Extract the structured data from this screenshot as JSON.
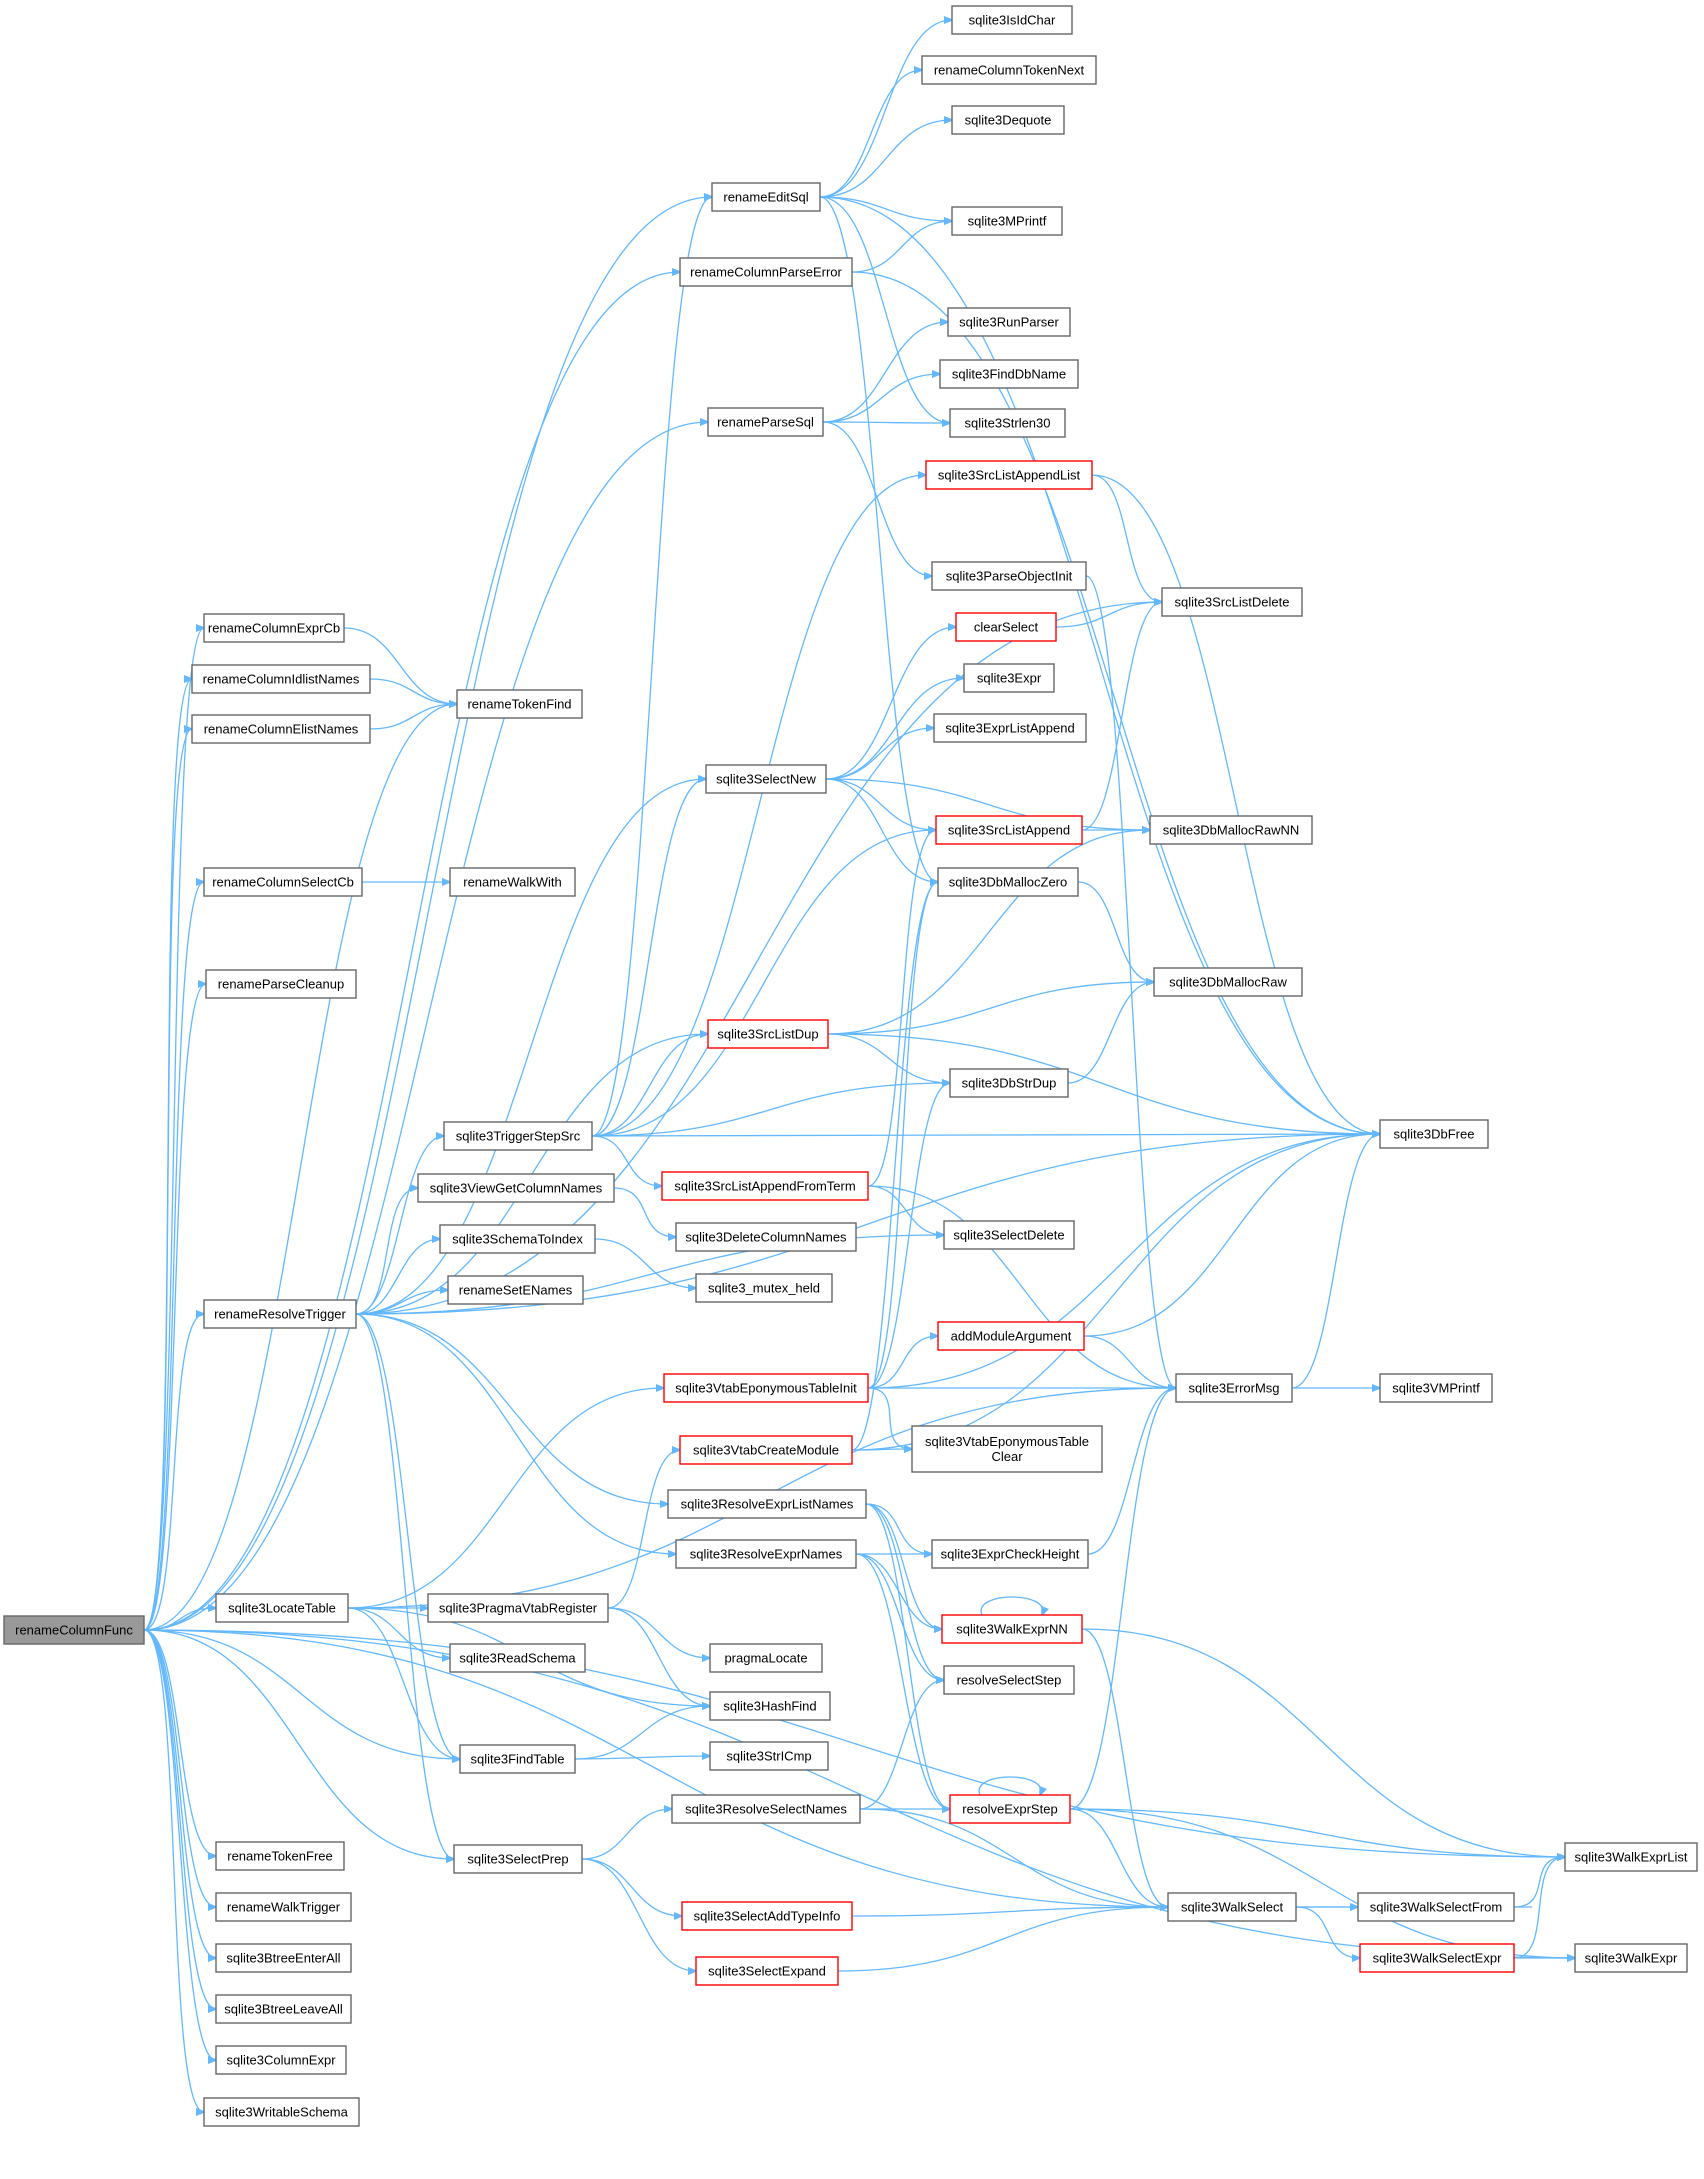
{
  "colors": {
    "edge": "#63b8ff",
    "node_border": "#666666",
    "highlight_border": "#ff0000",
    "root_fill": "#999999"
  },
  "nodes": [
    {
      "id": "renameColumnFunc",
      "label": "renameColumnFunc",
      "style": "root"
    },
    {
      "id": "renameColumnExprCb",
      "label": "renameColumnExprCb"
    },
    {
      "id": "renameColumnIdlistNames",
      "label": "renameColumnIdlistNames"
    },
    {
      "id": "renameColumnElistNames",
      "label": "renameColumnElistNames"
    },
    {
      "id": "renameTokenFind",
      "label": "renameTokenFind"
    },
    {
      "id": "renameColumnSelectCb",
      "label": "renameColumnSelectCb"
    },
    {
      "id": "renameWalkWith",
      "label": "renameWalkWith"
    },
    {
      "id": "renameParseCleanup",
      "label": "renameParseCleanup"
    },
    {
      "id": "renameResolveTrigger",
      "label": "renameResolveTrigger"
    },
    {
      "id": "sqlite3LocateTable",
      "label": "sqlite3LocateTable"
    },
    {
      "id": "renameTokenFree",
      "label": "renameTokenFree"
    },
    {
      "id": "renameWalkTrigger",
      "label": "renameWalkTrigger"
    },
    {
      "id": "sqlite3BtreeEnterAll",
      "label": "sqlite3BtreeEnterAll"
    },
    {
      "id": "sqlite3BtreeLeaveAll",
      "label": "sqlite3BtreeLeaveAll"
    },
    {
      "id": "sqlite3ColumnExpr",
      "label": "sqlite3ColumnExpr"
    },
    {
      "id": "sqlite3WritableSchema",
      "label": "sqlite3WritableSchema"
    },
    {
      "id": "sqlite3TriggerStepSrc",
      "label": "sqlite3TriggerStepSrc"
    },
    {
      "id": "sqlite3ViewGetColumnNames",
      "label": "sqlite3ViewGetColumnNames"
    },
    {
      "id": "sqlite3SchemaToIndex",
      "label": "sqlite3SchemaToIndex"
    },
    {
      "id": "renameSetENames",
      "label": "renameSetENames"
    },
    {
      "id": "sqlite3PragmaVtabRegister",
      "label": "sqlite3PragmaVtabRegister"
    },
    {
      "id": "sqlite3ReadSchema",
      "label": "sqlite3ReadSchema"
    },
    {
      "id": "sqlite3FindTable",
      "label": "sqlite3FindTable"
    },
    {
      "id": "sqlite3SelectPrep",
      "label": "sqlite3SelectPrep"
    },
    {
      "id": "renameEditSql",
      "label": "renameEditSql"
    },
    {
      "id": "renameColumnParseError",
      "label": "renameColumnParseError"
    },
    {
      "id": "renameParseSql",
      "label": "renameParseSql"
    },
    {
      "id": "sqlite3SelectNew",
      "label": "sqlite3SelectNew"
    },
    {
      "id": "sqlite3SrcListDup",
      "label": "sqlite3SrcListDup",
      "style": "red"
    },
    {
      "id": "sqlite3SrcListAppendFromTerm",
      "label": "sqlite3SrcListAppendFromTerm",
      "style": "red"
    },
    {
      "id": "sqlite3DeleteColumnNames",
      "label": "sqlite3DeleteColumnNames"
    },
    {
      "id": "sqlite3_mutex_held",
      "label": "sqlite3_mutex_held"
    },
    {
      "id": "sqlite3VtabEponymousTableInit",
      "label": "sqlite3VtabEponymousTableInit",
      "style": "red"
    },
    {
      "id": "sqlite3VtabCreateModule",
      "label": "sqlite3VtabCreateModule",
      "style": "red"
    },
    {
      "id": "sqlite3ResolveExprListNames",
      "label": "sqlite3ResolveExprListNames"
    },
    {
      "id": "sqlite3ResolveExprNames",
      "label": "sqlite3ResolveExprNames"
    },
    {
      "id": "pragmaLocate",
      "label": "pragmaLocate"
    },
    {
      "id": "sqlite3HashFind",
      "label": "sqlite3HashFind"
    },
    {
      "id": "sqlite3StrICmp",
      "label": "sqlite3StrICmp"
    },
    {
      "id": "sqlite3ResolveSelectNames",
      "label": "sqlite3ResolveSelectNames"
    },
    {
      "id": "sqlite3SelectAddTypeInfo",
      "label": "sqlite3SelectAddTypeInfo",
      "style": "red"
    },
    {
      "id": "sqlite3SelectExpand",
      "label": "sqlite3SelectExpand",
      "style": "red"
    },
    {
      "id": "sqlite3IsIdChar",
      "label": "sqlite3IsIdChar"
    },
    {
      "id": "renameColumnTokenNext",
      "label": "renameColumnTokenNext"
    },
    {
      "id": "sqlite3Dequote",
      "label": "sqlite3Dequote"
    },
    {
      "id": "sqlite3MPrintf",
      "label": "sqlite3MPrintf"
    },
    {
      "id": "sqlite3RunParser",
      "label": "sqlite3RunParser"
    },
    {
      "id": "sqlite3FindDbName",
      "label": "sqlite3FindDbName"
    },
    {
      "id": "sqlite3Strlen30",
      "label": "sqlite3Strlen30"
    },
    {
      "id": "sqlite3SrcListAppendList",
      "label": "sqlite3SrcListAppendList",
      "style": "red"
    },
    {
      "id": "sqlite3ParseObjectInit",
      "label": "sqlite3ParseObjectInit"
    },
    {
      "id": "clearSelect",
      "label": "clearSelect",
      "style": "red"
    },
    {
      "id": "sqlite3Expr",
      "label": "sqlite3Expr"
    },
    {
      "id": "sqlite3ExprListAppend",
      "label": "sqlite3ExprListAppend"
    },
    {
      "id": "sqlite3SrcListAppend",
      "label": "sqlite3SrcListAppend",
      "style": "red"
    },
    {
      "id": "sqlite3DbMallocZero",
      "label": "sqlite3DbMallocZero"
    },
    {
      "id": "sqlite3DbStrDup",
      "label": "sqlite3DbStrDup"
    },
    {
      "id": "sqlite3SelectDelete",
      "label": "sqlite3SelectDelete"
    },
    {
      "id": "addModuleArgument",
      "label": "addModuleArgument",
      "style": "red"
    },
    {
      "id": "sqlite3VtabEponymousTableClear",
      "label": "sqlite3VtabEponymousTable\nClear"
    },
    {
      "id": "sqlite3ExprCheckHeight",
      "label": "sqlite3ExprCheckHeight"
    },
    {
      "id": "sqlite3WalkExprNN",
      "label": "sqlite3WalkExprNN",
      "style": "red"
    },
    {
      "id": "resolveSelectStep",
      "label": "resolveSelectStep"
    },
    {
      "id": "resolveExprStep",
      "label": "resolveExprStep",
      "style": "red"
    },
    {
      "id": "sqlite3WalkSelect",
      "label": "sqlite3WalkSelect"
    },
    {
      "id": "sqlite3SrcListDelete",
      "label": "sqlite3SrcListDelete"
    },
    {
      "id": "sqlite3DbMallocRawNN",
      "label": "sqlite3DbMallocRawNN"
    },
    {
      "id": "sqlite3DbMallocRaw",
      "label": "sqlite3DbMallocRaw"
    },
    {
      "id": "sqlite3ErrorMsg",
      "label": "sqlite3ErrorMsg"
    },
    {
      "id": "sqlite3WalkSelectFrom",
      "label": "sqlite3WalkSelectFrom"
    },
    {
      "id": "sqlite3WalkSelectExpr",
      "label": "sqlite3WalkSelectExpr",
      "style": "red"
    },
    {
      "id": "sqlite3DbFree",
      "label": "sqlite3DbFree"
    },
    {
      "id": "sqlite3VMPrintf",
      "label": "sqlite3VMPrintf"
    },
    {
      "id": "sqlite3WalkExprList",
      "label": "sqlite3WalkExprList"
    },
    {
      "id": "sqlite3WalkExpr",
      "label": "sqlite3WalkExpr"
    }
  ],
  "edges": [
    [
      "renameColumnFunc",
      "renameColumnExprCb"
    ],
    [
      "renameColumnFunc",
      "renameColumnIdlistNames"
    ],
    [
      "renameColumnFunc",
      "renameColumnElistNames"
    ],
    [
      "renameColumnFunc",
      "renameTokenFind"
    ],
    [
      "renameColumnFunc",
      "renameColumnSelectCb"
    ],
    [
      "renameColumnFunc",
      "renameParseCleanup"
    ],
    [
      "renameColumnFunc",
      "renameResolveTrigger"
    ],
    [
      "renameColumnFunc",
      "sqlite3LocateTable"
    ],
    [
      "renameColumnFunc",
      "renameTokenFree"
    ],
    [
      "renameColumnFunc",
      "renameWalkTrigger"
    ],
    [
      "renameColumnFunc",
      "sqlite3BtreeEnterAll"
    ],
    [
      "renameColumnFunc",
      "sqlite3BtreeLeaveAll"
    ],
    [
      "renameColumnFunc",
      "sqlite3ColumnExpr"
    ],
    [
      "renameColumnFunc",
      "sqlite3WritableSchema"
    ],
    [
      "renameColumnFunc",
      "renameEditSql"
    ],
    [
      "renameColumnFunc",
      "renameColumnParseError"
    ],
    [
      "renameColumnFunc",
      "renameParseSql"
    ],
    [
      "renameColumnFunc",
      "sqlite3FindTable"
    ],
    [
      "renameColumnFunc",
      "sqlite3SelectPrep"
    ],
    [
      "renameColumnFunc",
      "sqlite3WalkSelect"
    ],
    [
      "renameColumnFunc",
      "sqlite3WalkExpr"
    ],
    [
      "renameColumnFunc",
      "sqlite3WalkExprList"
    ],
    [
      "renameColumnExprCb",
      "renameTokenFind"
    ],
    [
      "renameColumnIdlistNames",
      "renameTokenFind"
    ],
    [
      "renameColumnElistNames",
      "renameTokenFind"
    ],
    [
      "renameColumnSelectCb",
      "renameWalkWith"
    ],
    [
      "renameResolveTrigger",
      "sqlite3TriggerStepSrc"
    ],
    [
      "renameResolveTrigger",
      "sqlite3ViewGetColumnNames"
    ],
    [
      "renameResolveTrigger",
      "sqlite3SchemaToIndex"
    ],
    [
      "renameResolveTrigger",
      "renameSetENames"
    ],
    [
      "renameResolveTrigger",
      "sqlite3SelectNew"
    ],
    [
      "renameResolveTrigger",
      "sqlite3SrcListDup"
    ],
    [
      "renameResolveTrigger",
      "sqlite3SelectDelete"
    ],
    [
      "renameResolveTrigger",
      "sqlite3ResolveExprListNames"
    ],
    [
      "renameResolveTrigger",
      "sqlite3ResolveExprNames"
    ],
    [
      "renameResolveTrigger",
      "sqlite3FindTable"
    ],
    [
      "renameResolveTrigger",
      "sqlite3SelectPrep"
    ],
    [
      "renameResolveTrigger",
      "sqlite3SrcListDelete"
    ],
    [
      "renameResolveTrigger",
      "sqlite3DbFree"
    ],
    [
      "sqlite3LocateTable",
      "sqlite3PragmaVtabRegister"
    ],
    [
      "sqlite3LocateTable",
      "sqlite3ReadSchema"
    ],
    [
      "sqlite3LocateTable",
      "sqlite3FindTable"
    ],
    [
      "sqlite3LocateTable",
      "sqlite3HashFind"
    ],
    [
      "sqlite3LocateTable",
      "sqlite3VtabEponymousTableInit"
    ],
    [
      "sqlite3LocateTable",
      "sqlite3ErrorMsg"
    ],
    [
      "sqlite3TriggerStepSrc",
      "sqlite3SrcListAppendFromTerm"
    ],
    [
      "sqlite3TriggerStepSrc",
      "sqlite3SrcListDup"
    ],
    [
      "sqlite3TriggerStepSrc",
      "sqlite3DbStrDup"
    ],
    [
      "sqlite3TriggerStepSrc",
      "sqlite3DbFree"
    ],
    [
      "sqlite3TriggerStepSrc",
      "sqlite3SrcListAppend"
    ],
    [
      "sqlite3TriggerStepSrc",
      "sqlite3SelectNew"
    ],
    [
      "sqlite3TriggerStepSrc",
      "renameEditSql"
    ],
    [
      "sqlite3TriggerStepSrc",
      "sqlite3SrcListAppendList"
    ],
    [
      "sqlite3ViewGetColumnNames",
      "sqlite3DeleteColumnNames"
    ],
    [
      "sqlite3SchemaToIndex",
      "sqlite3_mutex_held"
    ],
    [
      "sqlite3PragmaVtabRegister",
      "pragmaLocate"
    ],
    [
      "sqlite3PragmaVtabRegister",
      "sqlite3HashFind"
    ],
    [
      "sqlite3PragmaVtabRegister",
      "sqlite3VtabCreateModule"
    ],
    [
      "sqlite3FindTable",
      "sqlite3HashFind"
    ],
    [
      "sqlite3FindTable",
      "sqlite3StrICmp"
    ],
    [
      "sqlite3SelectPrep",
      "sqlite3ResolveSelectNames"
    ],
    [
      "sqlite3SelectPrep",
      "sqlite3SelectAddTypeInfo"
    ],
    [
      "sqlite3SelectPrep",
      "sqlite3SelectExpand"
    ],
    [
      "renameEditSql",
      "sqlite3IsIdChar"
    ],
    [
      "renameEditSql",
      "renameColumnTokenNext"
    ],
    [
      "renameEditSql",
      "sqlite3Dequote"
    ],
    [
      "renameEditSql",
      "sqlite3MPrintf"
    ],
    [
      "renameEditSql",
      "sqlite3Strlen30"
    ],
    [
      "renameEditSql",
      "sqlite3DbMallocZero"
    ],
    [
      "renameEditSql",
      "sqlite3DbFree"
    ],
    [
      "renameColumnParseError",
      "sqlite3MPrintf"
    ],
    [
      "renameColumnParseError",
      "sqlite3DbFree"
    ],
    [
      "renameParseSql",
      "sqlite3RunParser"
    ],
    [
      "renameParseSql",
      "sqlite3FindDbName"
    ],
    [
      "renameParseSql",
      "sqlite3Strlen30"
    ],
    [
      "renameParseSql",
      "sqlite3ParseObjectInit"
    ],
    [
      "sqlite3SelectNew",
      "clearSelect"
    ],
    [
      "sqlite3SelectNew",
      "sqlite3Expr"
    ],
    [
      "sqlite3SelectNew",
      "sqlite3ExprListAppend"
    ],
    [
      "sqlite3SelectNew",
      "sqlite3DbMallocRawNN"
    ],
    [
      "sqlite3SelectNew",
      "sqlite3DbMallocZero"
    ],
    [
      "sqlite3SelectNew",
      "sqlite3SrcListAppend"
    ],
    [
      "sqlite3SrcListDup",
      "sqlite3DbMallocRawNN"
    ],
    [
      "sqlite3SrcListDup",
      "sqlite3DbStrDup"
    ],
    [
      "sqlite3SrcListDup",
      "sqlite3DbMallocRaw"
    ],
    [
      "sqlite3SrcListDup",
      "sqlite3DbFree"
    ],
    [
      "sqlite3SrcListAppendFromTerm",
      "sqlite3SrcListAppend"
    ],
    [
      "sqlite3SrcListAppendFromTerm",
      "sqlite3SelectDelete"
    ],
    [
      "sqlite3SrcListAppendFromTerm",
      "sqlite3ErrorMsg"
    ],
    [
      "sqlite3VtabEponymousTableInit",
      "addModuleArgument"
    ],
    [
      "sqlite3VtabEponymousTableInit",
      "sqlite3ErrorMsg"
    ],
    [
      "sqlite3VtabEponymousTableInit",
      "sqlite3VtabEponymousTableClear"
    ],
    [
      "sqlite3VtabEponymousTableInit",
      "sqlite3DbMallocZero"
    ],
    [
      "sqlite3VtabEponymousTableInit",
      "sqlite3DbStrDup"
    ],
    [
      "sqlite3VtabEponymousTableInit",
      "sqlite3DbFree"
    ],
    [
      "sqlite3VtabCreateModule",
      "sqlite3VtabEponymousTableClear"
    ],
    [
      "sqlite3VtabCreateModule",
      "sqlite3DbFree"
    ],
    [
      "sqlite3VtabCreateModule",
      "sqlite3DbMallocZero"
    ],
    [
      "sqlite3ResolveExprListNames",
      "sqlite3ExprCheckHeight"
    ],
    [
      "sqlite3ResolveExprListNames",
      "sqlite3WalkExprNN"
    ],
    [
      "sqlite3ResolveExprListNames",
      "resolveSelectStep"
    ],
    [
      "sqlite3ResolveExprListNames",
      "resolveExprStep"
    ],
    [
      "sqlite3ResolveExprNames",
      "sqlite3ExprCheckHeight"
    ],
    [
      "sqlite3ResolveExprNames",
      "sqlite3WalkExprNN"
    ],
    [
      "sqlite3ResolveExprNames",
      "resolveSelectStep"
    ],
    [
      "sqlite3ResolveExprNames",
      "resolveExprStep"
    ],
    [
      "sqlite3ResolveSelectNames",
      "resolveExprStep"
    ],
    [
      "sqlite3ResolveSelectNames",
      "resolveSelectStep"
    ],
    [
      "sqlite3ResolveSelectNames",
      "sqlite3WalkSelect"
    ],
    [
      "sqlite3SelectAddTypeInfo",
      "sqlite3WalkSelect"
    ],
    [
      "sqlite3SelectExpand",
      "sqlite3WalkSelect"
    ],
    [
      "sqlite3SrcListAppendList",
      "sqlite3SrcListDelete"
    ],
    [
      "sqlite3SrcListAppendList",
      "sqlite3DbFree"
    ],
    [
      "sqlite3ParseObjectInit",
      "sqlite3ErrorMsg"
    ],
    [
      "clearSelect",
      "sqlite3SrcListDelete"
    ],
    [
      "sqlite3SrcListAppend",
      "sqlite3DbMallocRawNN"
    ],
    [
      "sqlite3SrcListAppend",
      "sqlite3SrcListDelete"
    ],
    [
      "sqlite3DbMallocZero",
      "sqlite3DbMallocRaw"
    ],
    [
      "sqlite3DbStrDup",
      "sqlite3DbMallocRaw"
    ],
    [
      "addModuleArgument",
      "sqlite3ErrorMsg"
    ],
    [
      "addModuleArgument",
      "sqlite3DbFree"
    ],
    [
      "sqlite3ExprCheckHeight",
      "sqlite3ErrorMsg"
    ],
    [
      "sqlite3WalkExprNN",
      "sqlite3WalkExprNN"
    ],
    [
      "sqlite3WalkExprNN",
      "sqlite3WalkSelect"
    ],
    [
      "sqlite3WalkExprNN",
      "sqlite3WalkExprList"
    ],
    [
      "resolveExprStep",
      "resolveExprStep"
    ],
    [
      "resolveExprStep",
      "sqlite3ErrorMsg"
    ],
    [
      "resolveExprStep",
      "sqlite3WalkSelect"
    ],
    [
      "resolveExprStep",
      "sqlite3WalkExprList"
    ],
    [
      "resolveExprStep",
      "sqlite3WalkExpr"
    ],
    [
      "sqlite3WalkSelect",
      "sqlite3WalkSelectFrom"
    ],
    [
      "sqlite3WalkSelect",
      "sqlite3WalkSelectExpr"
    ],
    [
      "sqlite3WalkSelectFrom",
      "sqlite3WalkSelect"
    ],
    [
      "sqlite3WalkSelectFrom",
      "sqlite3WalkExprList"
    ],
    [
      "sqlite3WalkSelectExpr",
      "sqlite3WalkExprList"
    ],
    [
      "sqlite3WalkSelectExpr",
      "sqlite3WalkExpr"
    ],
    [
      "sqlite3ErrorMsg",
      "sqlite3VMPrintf"
    ],
    [
      "sqlite3ErrorMsg",
      "sqlite3DbFree"
    ]
  ]
}
